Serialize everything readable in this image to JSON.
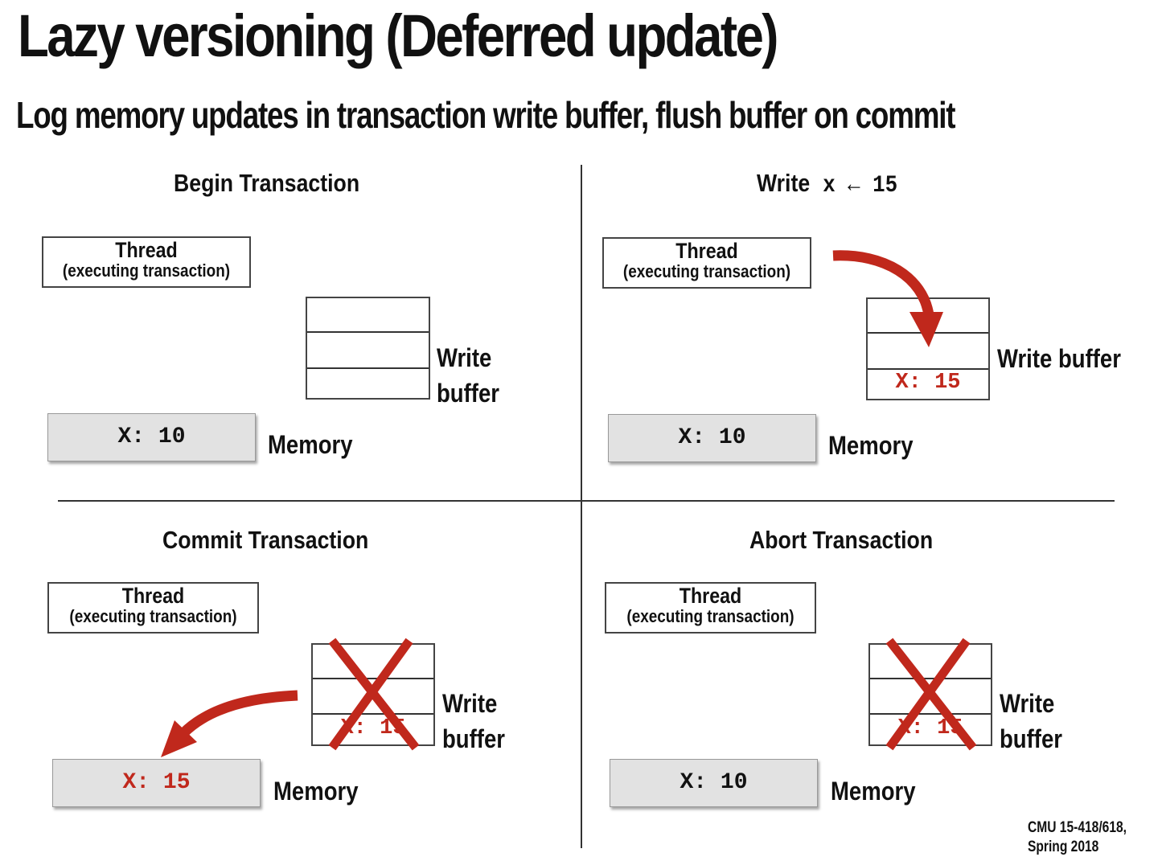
{
  "slide": {
    "title": "Lazy versioning (Deferred update)",
    "subtitle": "Log memory updates in transaction write buffer, flush buffer on commit",
    "footer_line1": "CMU 15-418/618,",
    "footer_line2": "Spring 2018"
  },
  "panels": {
    "begin": {
      "title": "Begin Transaction",
      "thread_label": "Thread",
      "thread_sub": "(executing transaction)",
      "buffer_label_line1": "Write",
      "buffer_label_line2": "buffer",
      "memory_value": "X: 10",
      "memory_label": "Memory"
    },
    "write": {
      "title_prefix": "Write",
      "title_code": "x ← 15",
      "thread_label": "Thread",
      "thread_sub": "(executing transaction)",
      "buffer_entry": "X: 15",
      "buffer_label": "Write buffer",
      "memory_value": "X: 10",
      "memory_label": "Memory"
    },
    "commit": {
      "title": "Commit Transaction",
      "thread_label": "Thread",
      "thread_sub": "(executing transaction)",
      "buffer_entry": "X: 15",
      "buffer_label_line1": "Write",
      "buffer_label_line2": "buffer",
      "memory_value": "X: 15",
      "memory_label": "Memory"
    },
    "abort": {
      "title": "Abort Transaction",
      "thread_label": "Thread",
      "thread_sub": "(executing transaction)",
      "buffer_entry": "X: 15",
      "buffer_label_line1": "Write",
      "buffer_label_line2": "buffer",
      "memory_value": "X: 10",
      "memory_label": "Memory"
    }
  },
  "colors": {
    "accent_red": "#c0281c",
    "memory_fill": "#e2e2e2"
  }
}
